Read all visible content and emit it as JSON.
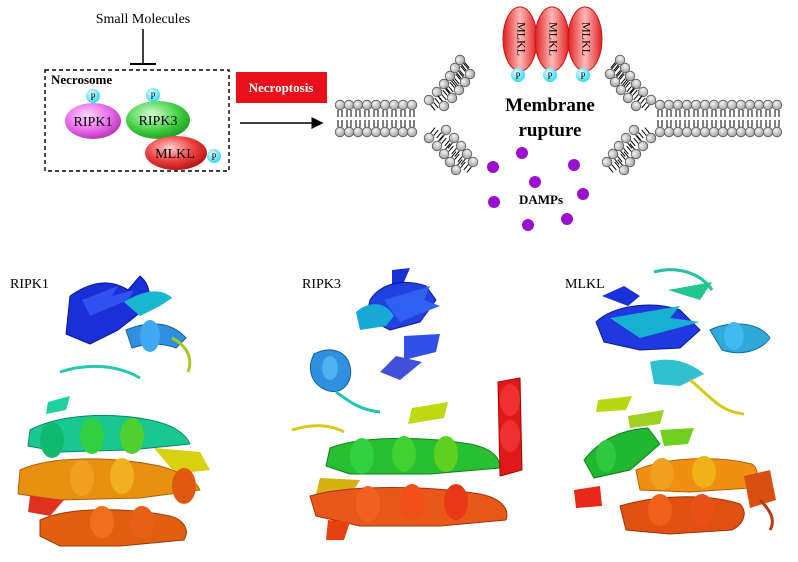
{
  "top_panel": {
    "small_molecules_label": "Small Molecules",
    "necrosome": {
      "title": "Necrosome",
      "ripk1_label": "RIPK1",
      "ripk3_label": "RIPK3",
      "mlkl_label": "MLKL",
      "phospho_label": "P"
    },
    "necroptosis_label": "Necroptosis",
    "membrane": {
      "mlkl_label": "MLKL",
      "phospho_label": "P",
      "rupture_line1": "Membrane",
      "rupture_line2": "rupture",
      "damps_label": "DAMPs"
    }
  },
  "structures": {
    "ripk1_label": "RIPK1",
    "ripk3_label": "RIPK3",
    "mlkl_label": "MLKL"
  },
  "colors": {
    "ripk1": "#e060e0",
    "ripk3": "#33cc33",
    "mlkl": "#e53030",
    "phospho": "#33e0f0",
    "necroptosis_box": "#e8101a",
    "damps": "#9a10d0",
    "lipid_head": "#b4b4b4"
  }
}
